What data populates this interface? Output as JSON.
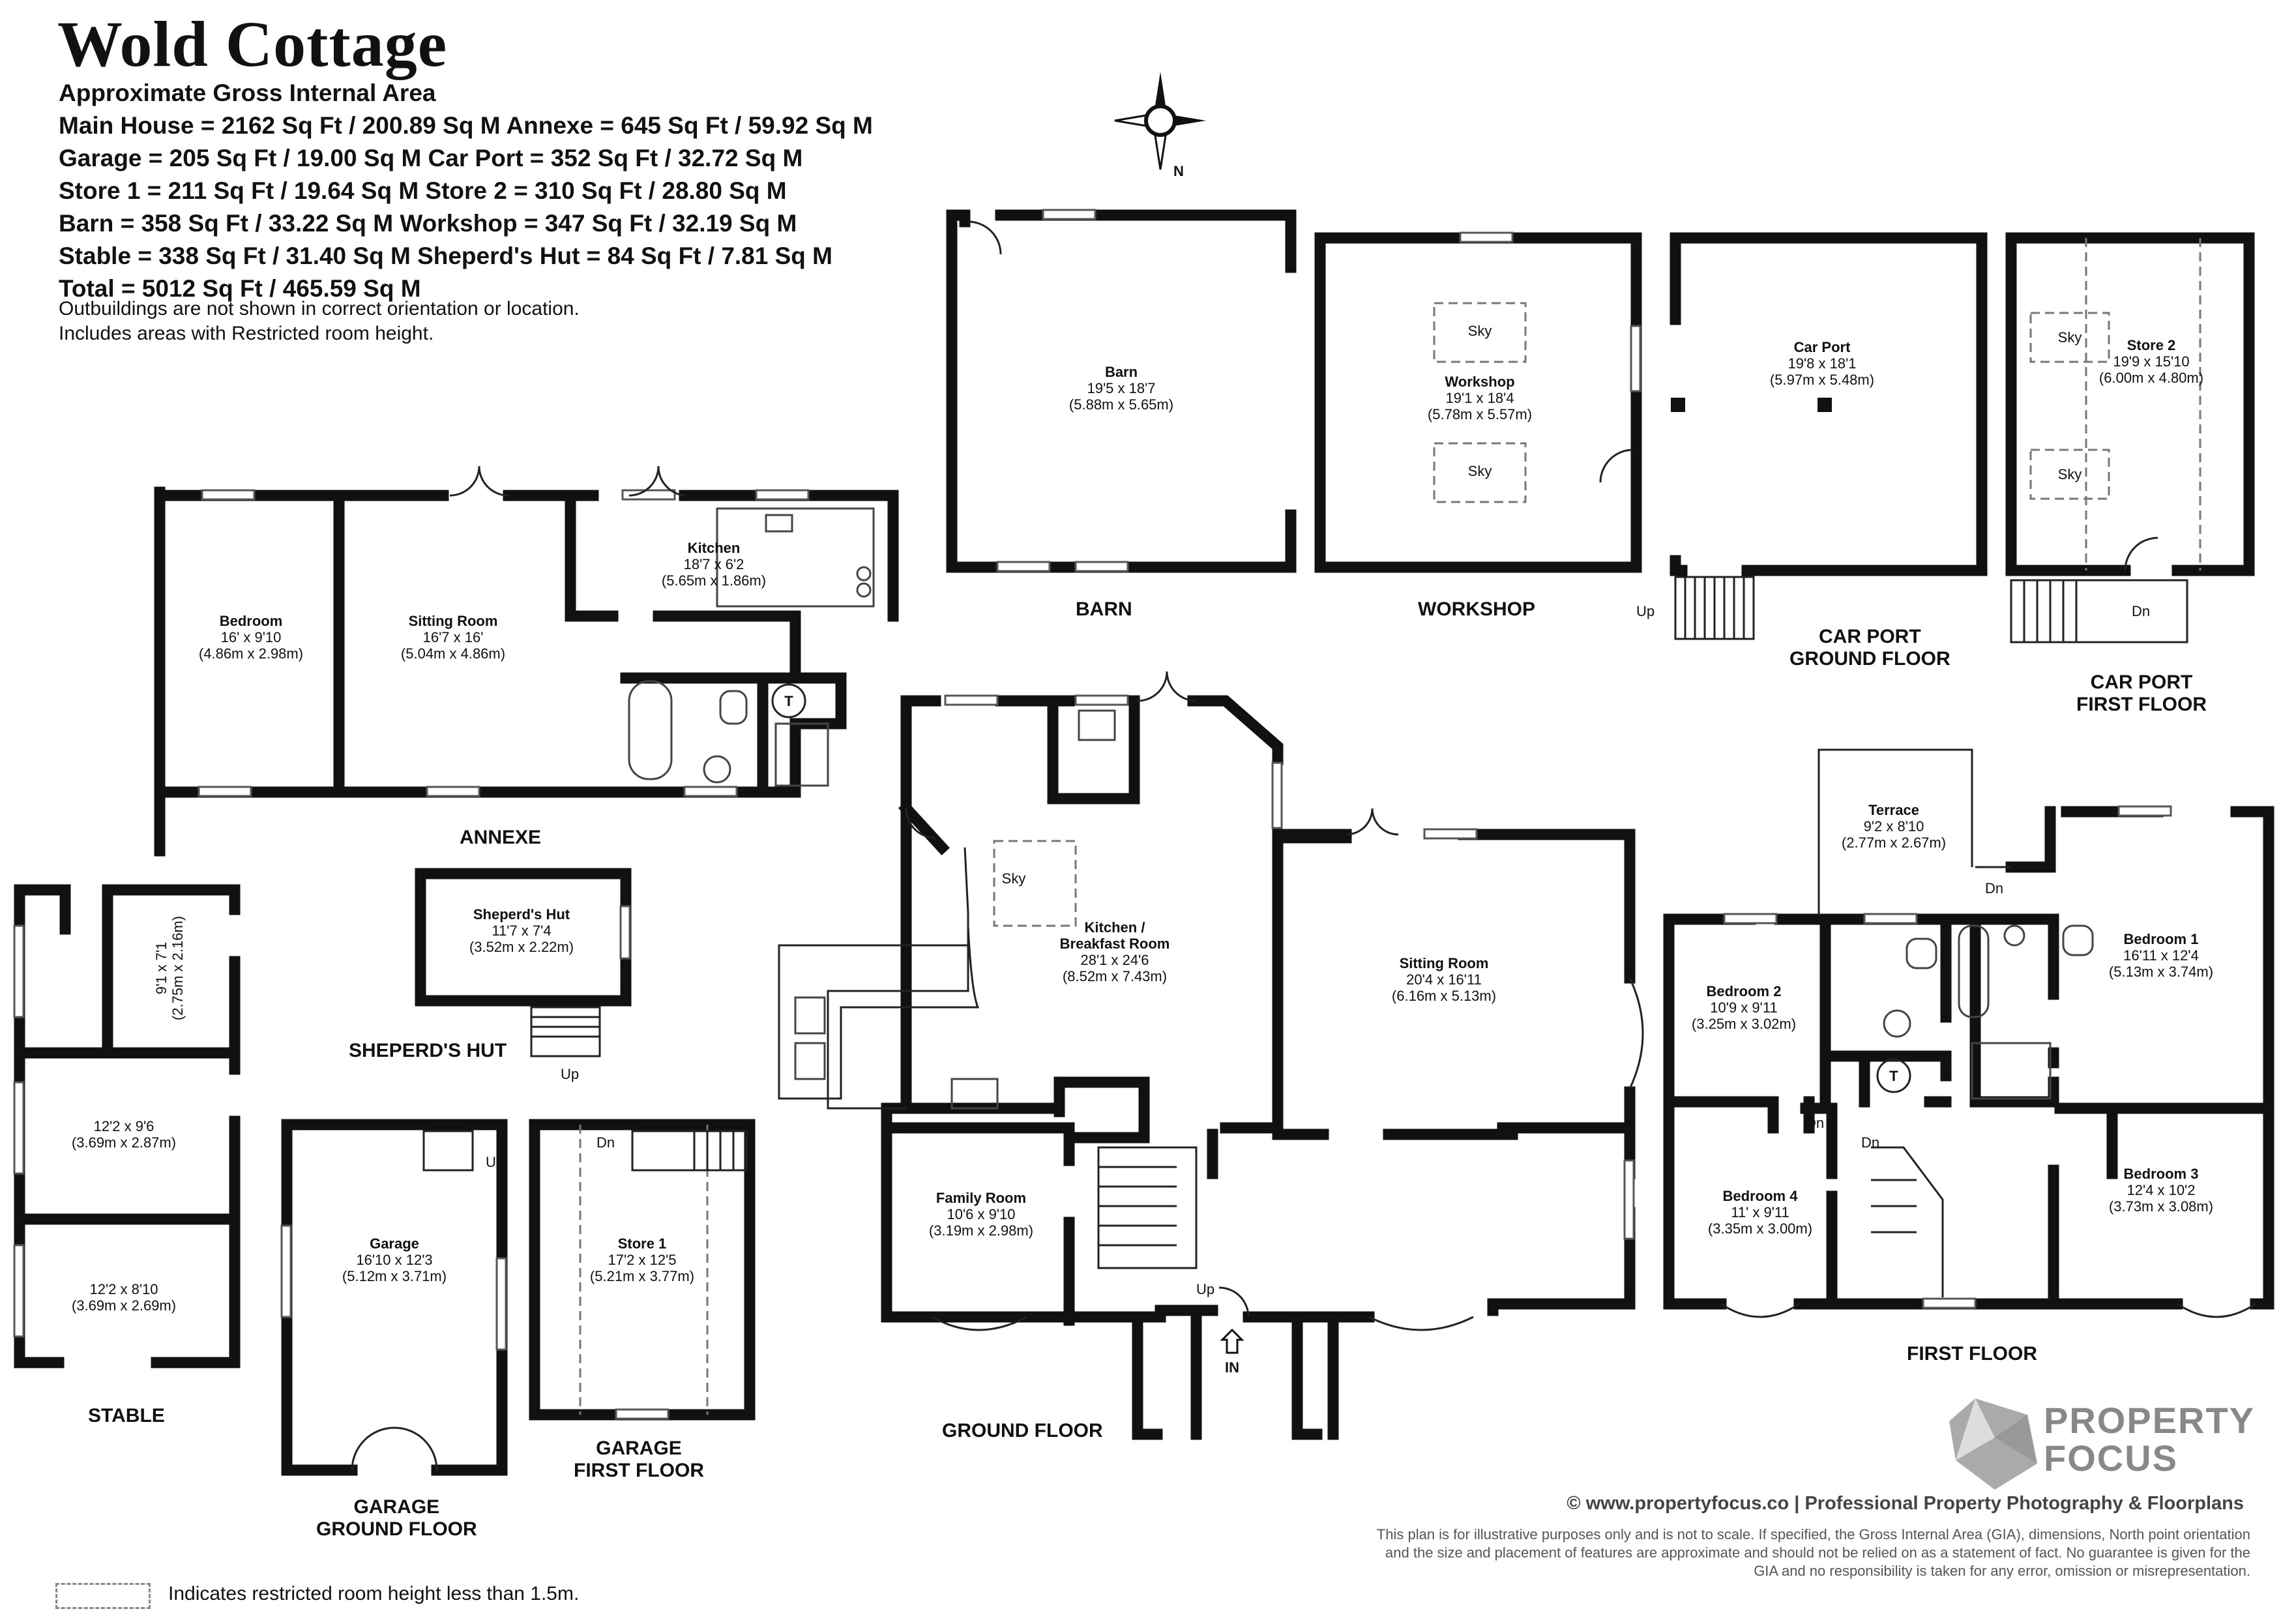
{
  "header": {
    "title": "Wold Cottage",
    "areas": [
      "Approximate Gross Internal Area",
      "Main House = 2162 Sq Ft / 200.89 Sq M Annexe = 645 Sq Ft / 59.92 Sq M",
      "Garage = 205 Sq Ft / 19.00 Sq M Car Port = 352 Sq Ft / 32.72 Sq M",
      "Store 1 = 211 Sq Ft / 19.64 Sq M Store 2 = 310 Sq Ft / 28.80 Sq M",
      "Barn = 358 Sq Ft / 33.22 Sq M Workshop = 347 Sq Ft / 32.19 Sq M",
      "Stable = 338 Sq Ft / 31.40 Sq M Sheperd's Hut = 84 Sq Ft / 7.81 Sq M",
      "Total = 5012 Sq Ft / 465.59 Sq M"
    ],
    "notes": [
      "Outbuildings are not shown in correct orientation or location.",
      "Includes areas with Restricted room height."
    ]
  },
  "compass": {
    "label": "N"
  },
  "sections": {
    "barn": "BARN",
    "workshop": "WORKSHOP",
    "carport_ground": [
      "CAR PORT",
      "GROUND FLOOR"
    ],
    "carport_first": [
      "CAR PORT",
      "FIRST FLOOR"
    ],
    "annexe": "ANNEXE",
    "sheperds_hut": "SHEPERD'S HUT",
    "stable": "STABLE",
    "garage_ground": [
      "GARAGE",
      "GROUND FLOOR"
    ],
    "garage_first": [
      "GARAGE",
      "FIRST FLOOR"
    ],
    "ground_floor": "GROUND FLOOR",
    "first_floor": "FIRST FLOOR"
  },
  "rooms": {
    "barn": {
      "name": "Barn",
      "imp": "19'5 x 18'7",
      "met": "(5.88m x 5.65m)"
    },
    "workshop": {
      "name": "Workshop",
      "imp": "19'1 x 18'4",
      "met": "(5.78m x 5.57m)"
    },
    "carport": {
      "name": "Car Port",
      "imp": "19'8 x 18'1",
      "met": "(5.97m x 5.48m)"
    },
    "store2": {
      "name": "Store 2",
      "imp": "19'9 x 15'10",
      "met": "(6.00m x 4.80m)"
    },
    "annexe_bedroom": {
      "name": "Bedroom",
      "imp": "16' x 9'10",
      "met": "(4.86m x 2.98m)"
    },
    "annexe_sitting": {
      "name": "Sitting Room",
      "imp": "16'7 x 16'",
      "met": "(5.04m x 4.86m)"
    },
    "annexe_kitchen": {
      "name": "Kitchen",
      "imp": "18'7 x 6'2",
      "met": "(5.65m x 1.86m)"
    },
    "hut": {
      "name": "Sheperd's Hut",
      "imp": "11'7 x 7'4",
      "met": "(3.52m x 2.22m)"
    },
    "stable1": {
      "imp": "9'1 x 7'1",
      "met": "(2.75m x 2.16m)"
    },
    "stable2": {
      "imp": "12'2 x 9'6",
      "met": "(3.69m x 2.87m)"
    },
    "stable3": {
      "imp": "12'2 x 8'10",
      "met": "(3.69m x 2.69m)"
    },
    "garage": {
      "name": "Garage",
      "imp": "16'10 x 12'3",
      "met": "(5.12m x 3.71m)"
    },
    "store1": {
      "name": "Store 1",
      "imp": "17'2 x 12'5",
      "met": "(5.21m x 3.77m)"
    },
    "kitchen_breakfast": {
      "name1": "Kitchen /",
      "name2": "Breakfast Room",
      "imp": "28'1 x 24'6",
      "met": "(8.52m x 7.43m)"
    },
    "sitting": {
      "name": "Sitting Room",
      "imp": "20'4 x 16'11",
      "met": "(6.16m x 5.13m)"
    },
    "family": {
      "name": "Family Room",
      "imp": "10'6 x 9'10",
      "met": "(3.19m x 2.98m)"
    },
    "terrace": {
      "name": "Terrace",
      "imp": "9'2 x 8'10",
      "met": "(2.77m x 2.67m)"
    },
    "bedroom1": {
      "name": "Bedroom 1",
      "imp": "16'11 x 12'4",
      "met": "(5.13m x 3.74m)"
    },
    "bedroom2": {
      "name": "Bedroom 2",
      "imp": "10'9 x 9'11",
      "met": "(3.25m x 3.02m)"
    },
    "bedroom3": {
      "name": "Bedroom 3",
      "imp": "12'4 x 10'2",
      "met": "(3.73m x 3.08m)"
    },
    "bedroom4": {
      "name": "Bedroom 4",
      "imp": "11' x 9'11",
      "met": "(3.35m x 3.00m)"
    }
  },
  "markers": {
    "sky": "Sky",
    "up": "Up",
    "dn": "Dn",
    "in": "IN",
    "t": "T"
  },
  "legend": {
    "text": "Indicates restricted room height less than 1.5m."
  },
  "credit": "© www.propertyfocus.co | Professional Property Photography & Floorplans",
  "disclaimer": "This plan is for illustrative purposes only and is not to scale. If specified, the Gross Internal Area (GIA), dimensions, North point orientation and the size and placement of features are approximate and should not be relied on as a statement of fact. No guarantee is given for the GIA and no responsibility is taken for any error, omission or misrepresentation.",
  "logo": {
    "line1": "PROPERTY",
    "line2": "FOCUS"
  },
  "colors": {
    "wall": "#111111",
    "logo": "#888888"
  }
}
